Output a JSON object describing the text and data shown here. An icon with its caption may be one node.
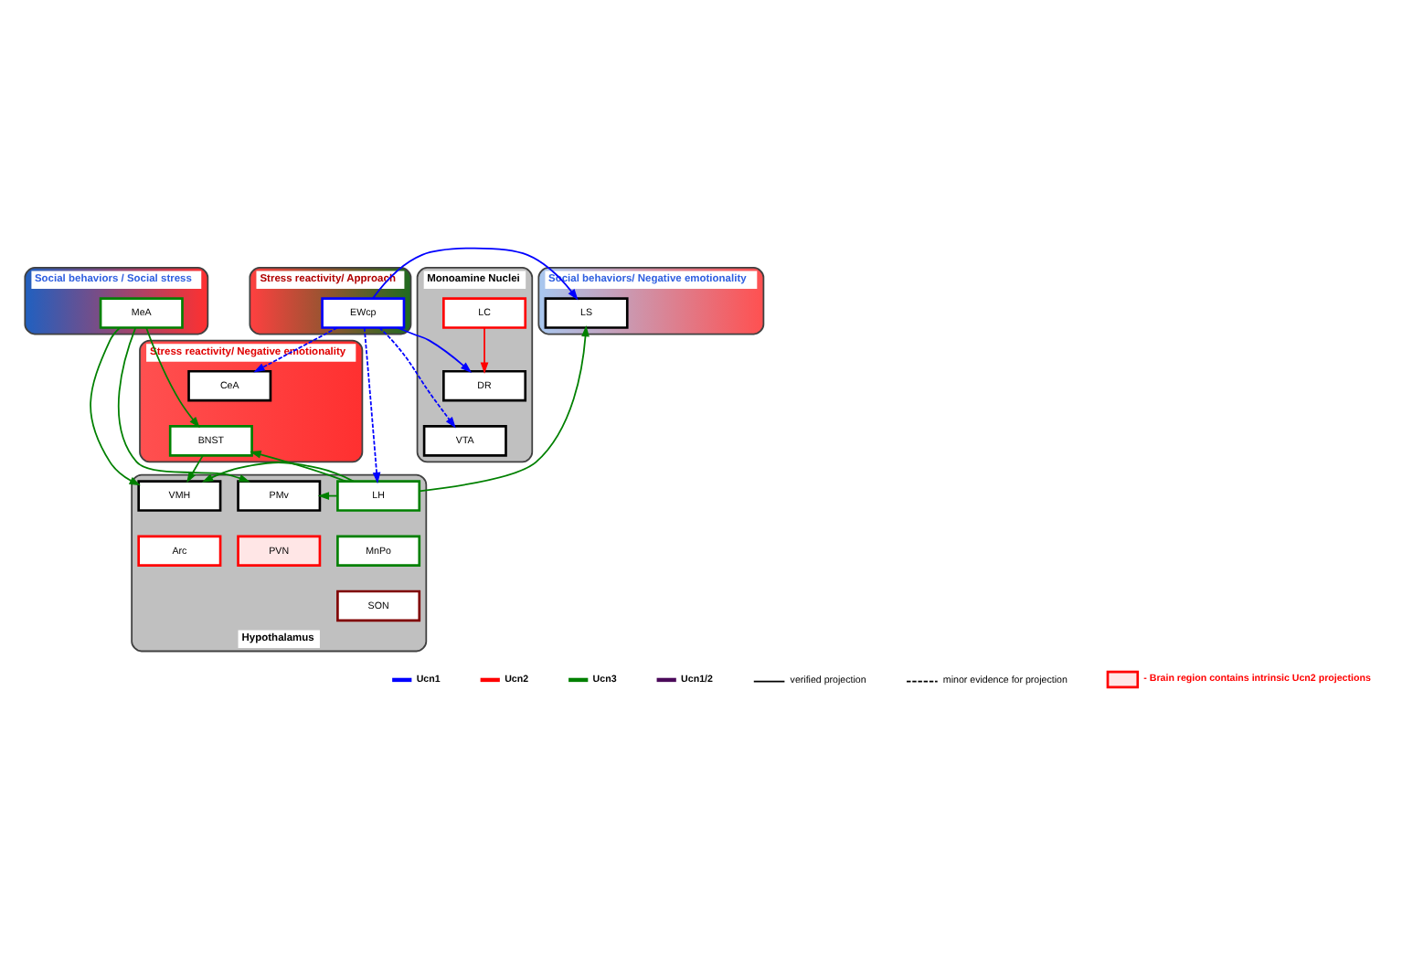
{
  "diagram": {
    "nodes": [
      {
        "text": [
          "Stress reactivity/ Approach"
        ]
      },
      {
        "text": [
          "EWcp"
        ],
        "in": 0
      },
      {
        "text": [
          "Social behaviors/ Negative emotionality"
        ]
      },
      {
        "text": [
          "LS"
        ],
        "in": 2
      },
      {
        "text": [
          "Social behaviors / Social stress"
        ]
      },
      {
        "text": [
          "MeA"
        ],
        "in": 4
      },
      {
        "text": [
          "Stress reactivity/ Negative emotionality"
        ]
      },
      {
        "text": [
          "CeA"
        ],
        "in": 6
      },
      {
        "text": [
          "BNST"
        ],
        "in": 6
      },
      {
        "text": [
          "Monoamine Nuclei"
        ]
      },
      {
        "text": [
          "LC"
        ],
        "in": 9
      },
      {
        "text": [
          "DR"
        ],
        "in": 9
      },
      {
        "text": [
          "VTA"
        ],
        "in": 9
      },
      {
        "text": [
          "Hypothalamus"
        ]
      },
      {
        "text": [
          "LH"
        ],
        "in": 13
      },
      {
        "text": [
          "PMv"
        ],
        "in": 13
      },
      {
        "text": [
          "VMH"
        ],
        "in": 13
      },
      {
        "text": [
          "MnPo"
        ],
        "in": 13
      },
      {
        "text": [
          "PVN"
        ],
        "in": 13
      },
      {
        "text": [
          "Arc"
        ],
        "in": 13
      },
      {
        "text": [
          "SON"
        ],
        "in": 13
      }
    ],
    "edges": [
      {
        "from": 1,
        "to": 3,
        "arrow": "to",
        "color": "#0000ff"
      },
      {
        "from": 1,
        "to": 7,
        "arrow": "to",
        "style": "dashed",
        "color": "#0000ff"
      },
      {
        "from": 1,
        "to": 11,
        "arrow": "to",
        "color": "#0000ff"
      },
      {
        "from": 1,
        "to": 12,
        "arrow": "to",
        "style": "dashed",
        "color": "#0000ff"
      },
      {
        "from": 1,
        "to": 14,
        "arrow": "to",
        "style": "dashed",
        "color": "#0000ff"
      },
      {
        "from": 10,
        "to": 11,
        "arrow": "to",
        "color": "#ff0000"
      },
      {
        "from": 14,
        "to": 3,
        "arrow": "to"
      },
      {
        "from": 14,
        "to": 8,
        "arrow": "to"
      },
      {
        "from": 14,
        "to": 16,
        "arrow": "to"
      },
      {
        "from": 14,
        "to": 15,
        "arrow": "to"
      },
      {
        "from": 5,
        "to": 15,
        "arrow": "to"
      },
      {
        "from": 5,
        "to": 8,
        "arrow": "to"
      },
      {
        "from": 5,
        "to": 16,
        "arrow": "to"
      },
      {
        "from": 8,
        "to": 16,
        "arrow": "to"
      }
    ],
    "legend": [
      {
        "text": "Ucn1",
        "color": "#0000ff"
      },
      {
        "text": "Ucn2",
        "color": "#ff0000"
      },
      {
        "text": "Ucn3",
        "color": "#008000"
      },
      {
        "text": "Ucn1/2",
        "color": "#4b0a5a"
      },
      {
        "text": "verified projection"
      },
      {
        "text": "minor evidence for projection"
      },
      {
        "text": "- Brain region contains intrinsic Ucn2 projections"
      }
    ]
  }
}
